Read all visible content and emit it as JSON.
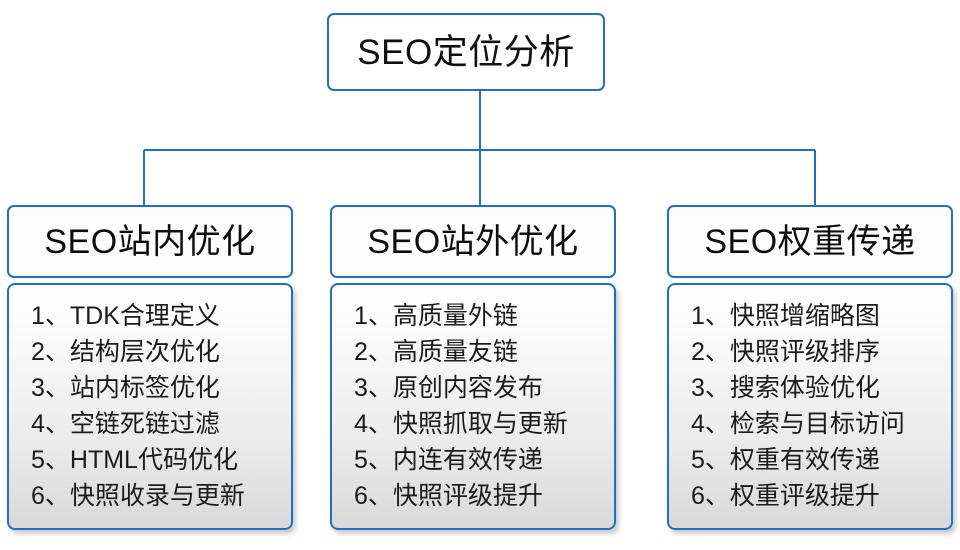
{
  "diagram": {
    "type": "org-tree",
    "title": "SEO定位分析",
    "accent_color": "#1f6fc4",
    "text_color": "#1a1a1a",
    "body_gradient_top": "#ffffff",
    "body_gradient_bottom": "#d9d9d9",
    "branches": [
      {
        "header": "SEO站内优化",
        "items": [
          {
            "index": "1、",
            "text": "TDK合理定义"
          },
          {
            "index": "2、",
            "text": "结构层次优化"
          },
          {
            "index": "3、",
            "text": "站内标签优化"
          },
          {
            "index": "4、",
            "text": "空链死链过滤"
          },
          {
            "index": "5、",
            "text": "HTML代码优化"
          },
          {
            "index": "6、",
            "text": "快照收录与更新"
          }
        ]
      },
      {
        "header": "SEO站外优化",
        "items": [
          {
            "index": "1、",
            "text": "高质量外链"
          },
          {
            "index": "2、",
            "text": "高质量友链"
          },
          {
            "index": "3、",
            "text": "原创内容发布"
          },
          {
            "index": "4、",
            "text": "快照抓取与更新"
          },
          {
            "index": "5、",
            "text": "内连有效传递"
          },
          {
            "index": "6、",
            "text": "快照评级提升"
          }
        ]
      },
      {
        "header": "SEO权重传递",
        "items": [
          {
            "index": "1、",
            "text": "快照增缩略图"
          },
          {
            "index": "2、",
            "text": "快照评级排序"
          },
          {
            "index": "3、",
            "text": "搜索体验优化"
          },
          {
            "index": "4、",
            "text": "检索与目标访问"
          },
          {
            "index": "5、",
            "text": "权重有效传递"
          },
          {
            "index": "6、",
            "text": "权重评级提升"
          }
        ]
      }
    ]
  }
}
